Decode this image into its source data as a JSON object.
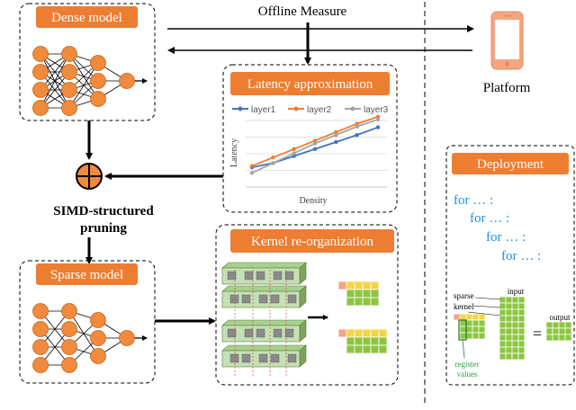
{
  "colors": {
    "orange": "#ED7D31",
    "node_orange": "#F08A3C",
    "blue_code": "#1E8FE1",
    "green_cell": "#8CC63F",
    "yellow_cell": "#F5D547",
    "salmon_cell": "#F4A582",
    "tile_green": "#C5E0B4",
    "dark_green": "#2E7D32",
    "series1": "#4472C4",
    "series2": "#ED7D31",
    "series3": "#A5A5A5"
  },
  "labels": {
    "dense_model": "Dense model",
    "offline_measure": "Offline Measure",
    "platform": "Platform",
    "latency_approximation": "Latency approximation",
    "simd_line1": "SIMD-structured",
    "simd_line2": "pruning",
    "sparse_model": "Sparse model",
    "kernel_reorg": "Kernel re-organization",
    "deployment": "Deployment",
    "sparse": "sparse",
    "kernel": "kernel",
    "input": "input",
    "output": "output",
    "register_line1": "register",
    "register_line2": "values",
    "equals": "="
  },
  "code_lines": [
    "for … :",
    "for … :",
    "for … :",
    "for … :"
  ],
  "icons": {
    "platform": "smartphone-icon",
    "plus": "circled-plus-icon"
  },
  "chart_data": {
    "type": "line",
    "xlabel": "Density",
    "ylabel": "Latency",
    "series": [
      {
        "name": "layer1",
        "color": "#4472C4",
        "values": [
          0.28,
          0.34,
          0.44,
          0.54,
          0.64,
          0.74,
          0.85
        ]
      },
      {
        "name": "layer2",
        "color": "#ED7D31",
        "values": [
          0.3,
          0.42,
          0.54,
          0.66,
          0.78,
          0.9,
          1.0
        ]
      },
      {
        "name": "layer3",
        "color": "#A5A5A5",
        "values": [
          0.2,
          0.34,
          0.48,
          0.62,
          0.74,
          0.86,
          0.96
        ]
      }
    ],
    "ylim": [
      0,
      1.1
    ],
    "legend": "top",
    "grid": true
  }
}
